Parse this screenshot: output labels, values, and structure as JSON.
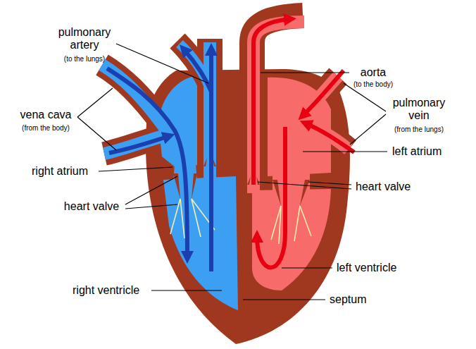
{
  "diagram": {
    "labels": [
      "pulmonary artery",
      "(to the lungs)",
      "aorta",
      "(to the body)",
      "vena cava",
      "(from the body)",
      "pulmonary vein",
      "(from the lungs)",
      "left atrium",
      "right atrium",
      "heart valve",
      "heart valve",
      "left ventricle",
      "right ventricle",
      "septum"
    ]
  }
}
